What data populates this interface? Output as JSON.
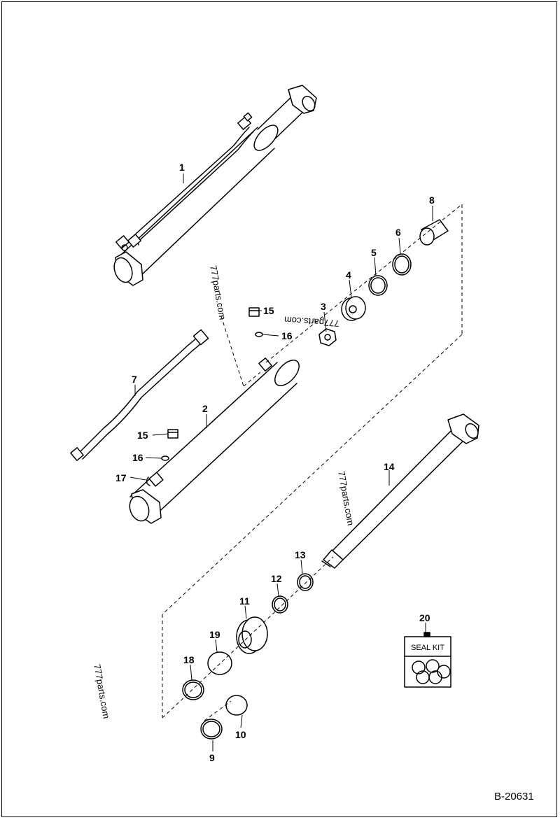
{
  "figure_number": "B-20631",
  "watermark": "777parts.com",
  "seal_kit_label": "SEAL KIT",
  "callouts": {
    "c1": "1",
    "c2": "2",
    "c3": "3",
    "c4": "4",
    "c5": "5",
    "c6": "6",
    "c7": "7",
    "c8": "8",
    "c9": "9",
    "c10": "10",
    "c11": "11",
    "c12": "12",
    "c13": "13",
    "c14": "14",
    "c15a": "15",
    "c15b": "15",
    "c16a": "16",
    "c16b": "16",
    "c17": "17",
    "c18": "18",
    "c19": "19",
    "c20": "20"
  }
}
